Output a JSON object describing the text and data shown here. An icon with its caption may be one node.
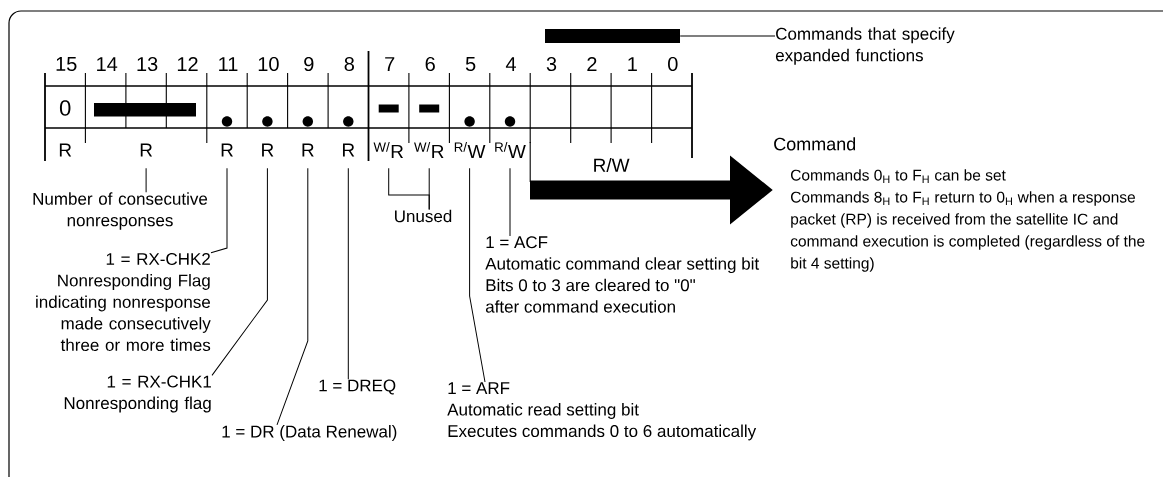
{
  "diagram": {
    "nodes": [
      {
        "text": [
          "R"
        ]
      },
      {
        "text": [
          "R"
        ]
      },
      {
        "text": [
          "R"
        ]
      },
      {
        "text": [
          "R"
        ]
      },
      {
        "text": [
          "R"
        ]
      },
      {
        "text": [
          "R"
        ]
      },
      {
        "text": [
          "$^{W/}$R"
        ]
      },
      {
        "text": [
          "$^{W/}$R"
        ]
      },
      {
        "text": [
          "$^{R/}$W"
        ]
      },
      {
        "text": [
          "$^{R/}$W"
        ]
      },
      {
        "text": [
          "R/W"
        ]
      },
      {
        "text": [
          "Number of consecutive nonresponses"
        ]
      },
      {
        "text": [
          "1 = RX-CHK2",
          "Nonresponding Flag indicating nonresponse made consecutively three or more times"
        ]
      },
      {
        "text": [
          "1 = RX-CHK1",
          "Nonresponding flag"
        ]
      },
      {
        "text": [
          "1 = DR (Data Renewal)"
        ]
      },
      {
        "text": [
          "1 = DREQ"
        ]
      },
      {
        "text": [
          "Unused"
        ]
      },
      {
        "text": [
          "1 = ACF",
          "Automatic command clear setting bit",
          "Bits 0 to 3 are cleared to \"0\"",
          "after command execution"
        ]
      },
      {
        "text": [
          "1 = ARF",
          "Automatic read setting bit",
          "Executes commands 0 to 6 automatically"
        ]
      },
      {
        "text": [
          "Commands that specify expanded functions"
        ]
      },
      {
        "text": [],
        "shape": "bar"
      },
      {
        "text": [
          "Command",
          "Commands 0$_{H}$ to F$_{H}$ can be set",
          "Commands 8$_{H}$ to F$_{H}$ return to 0$_{H}$ when a response packet (RP) is received from the satellite IC and command execution is completed (regardless of the bit 4 setting)"
        ]
      }
    ],
    "edges": [
      {
        "from": 11,
        "to": 1,
        "arrow": "none"
      },
      {
        "from": 12,
        "to": 2,
        "arrow": "none"
      },
      {
        "from": 13,
        "to": 3,
        "arrow": "none"
      },
      {
        "from": 14,
        "to": 4,
        "arrow": "none"
      },
      {
        "from": 15,
        "to": 5,
        "arrow": "none"
      },
      {
        "from": 16,
        "to": 6,
        "arrow": "none"
      },
      {
        "from": 16,
        "to": 7,
        "arrow": "none"
      },
      {
        "from": 17,
        "to": 9,
        "arrow": "none"
      },
      {
        "from": 18,
        "to": 8,
        "arrow": "none"
      },
      {
        "from": 19,
        "to": 20,
        "arrow": "none"
      },
      {
        "from": 10,
        "to": 21,
        "arrow": "to",
        "style": "thick"
      }
    ],
    "labels": [
      "15",
      "14",
      "13",
      "12",
      "11",
      "10",
      "9",
      "8",
      "7",
      "6",
      "5",
      "4",
      "3",
      "2",
      "1",
      "0",
      "0"
    ]
  }
}
